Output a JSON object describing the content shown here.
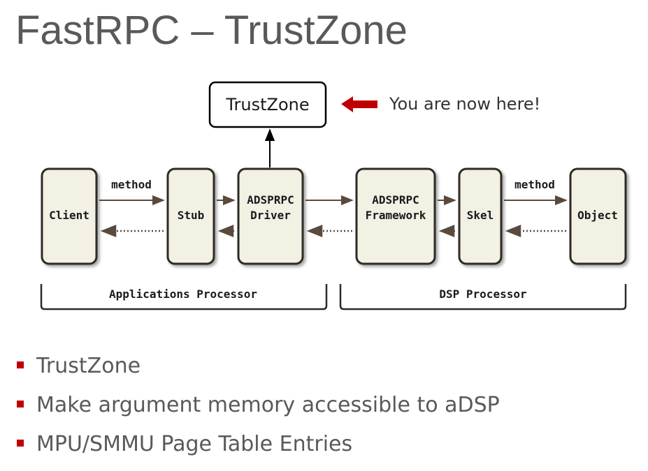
{
  "slide": {
    "title": "FastRPC – TrustZone"
  },
  "diagram": {
    "trustzone_box": "TrustZone",
    "callout_text": "You are now here!",
    "colors": {
      "box_fill": "#f3f0e4",
      "box_border": "#2e2a26",
      "arrow": "#5a4a3e",
      "callout_arrow": "#c00000"
    },
    "boxes": {
      "client": [
        "Client"
      ],
      "stub": [
        "Stub"
      ],
      "driver": [
        "ADSPRPC",
        "Driver"
      ],
      "framework": [
        "ADSPRPC",
        "Framework"
      ],
      "skel": [
        "Skel"
      ],
      "object": [
        "Object"
      ]
    },
    "edge_labels": {
      "client_stub": "method",
      "skel_object": "method"
    },
    "groups": {
      "apps": "Applications Processor",
      "dsp": "DSP Processor"
    }
  },
  "bullets": [
    "TrustZone",
    "Make argument memory accessible to aDSP",
    "MPU/SMMU Page Table Entries"
  ]
}
